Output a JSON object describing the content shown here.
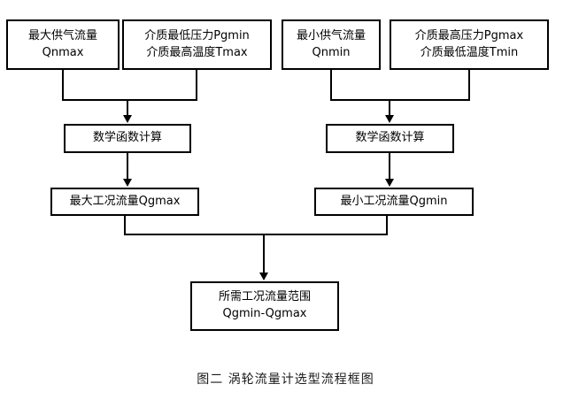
{
  "figure": {
    "caption": "图二  涡轮流量计选型流程框图",
    "title_colors": {
      "stroke": "#000000",
      "background": "#ffffff",
      "text": "#000000"
    }
  },
  "nodes": {
    "max_supply_flow": {
      "line1": "最大供气流量",
      "line2": "Qnmax"
    },
    "min_pressure_max_temp": {
      "line1": "介质最低压力Pgmin",
      "line2": "介质最高温度Tmax"
    },
    "min_supply_flow": {
      "line1": "最小供气流量",
      "line2": "Qnmin"
    },
    "max_pressure_min_temp": {
      "line1": "介质最高压力Pgmax",
      "line2": "介质最低温度Tmin"
    },
    "calc_left": {
      "line1": "数学函数计算"
    },
    "calc_right": {
      "line1": "数学函数计算"
    },
    "result_max": {
      "line1": "最大工况流量Qgmax"
    },
    "result_min": {
      "line1": "最小工况流量Qgmin"
    },
    "final_range": {
      "line1": "所需工况流量范围",
      "line2": "Qgmin-Qgmax"
    }
  },
  "flow": {
    "edges": [
      {
        "from": "max_supply_flow",
        "to": "calc_left"
      },
      {
        "from": "min_pressure_max_temp",
        "to": "calc_left"
      },
      {
        "from": "min_supply_flow",
        "to": "calc_right"
      },
      {
        "from": "max_pressure_min_temp",
        "to": "calc_right"
      },
      {
        "from": "calc_left",
        "to": "result_max"
      },
      {
        "from": "calc_right",
        "to": "result_min"
      },
      {
        "from": "result_max",
        "to": "final_range"
      },
      {
        "from": "result_min",
        "to": "final_range"
      }
    ]
  }
}
